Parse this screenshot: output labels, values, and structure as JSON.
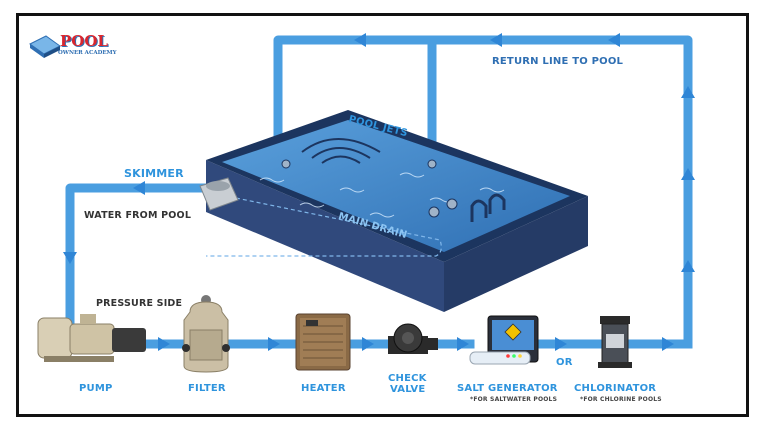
{
  "logo": {
    "title": "POOL",
    "subtitle": "OWNER ACADEMY"
  },
  "labels": {
    "return_line": "RETURN LINE TO POOL",
    "pool_jets": "POOL JETS",
    "skimmer": "SKIMMER",
    "water_from_pool": "WATER FROM POOL",
    "main_drain": "MAIN DRAIN",
    "pressure_side": "PRESSURE SIDE",
    "or": "OR"
  },
  "components": [
    {
      "name": "PUMP",
      "note": ""
    },
    {
      "name": "FILTER",
      "note": ""
    },
    {
      "name": "HEATER",
      "note": ""
    },
    {
      "name": "CHECK",
      "name2": "VALVE",
      "note": ""
    },
    {
      "name": "SALT GENERATOR",
      "note": "*FOR SALTWATER POOLS"
    },
    {
      "name": "CHLORINATOR",
      "note": "*FOR CHLORINE POOLS"
    }
  ],
  "colors": {
    "pipe": "#4a9ee0",
    "pipe_arrow": "#2f86d6",
    "label_blue": "#2f94dd",
    "pool_side": "#2e4a7d",
    "pool_water": "#3f7fc4",
    "pool_rim": "#1f3a66",
    "logo_red": "#d9262e"
  }
}
